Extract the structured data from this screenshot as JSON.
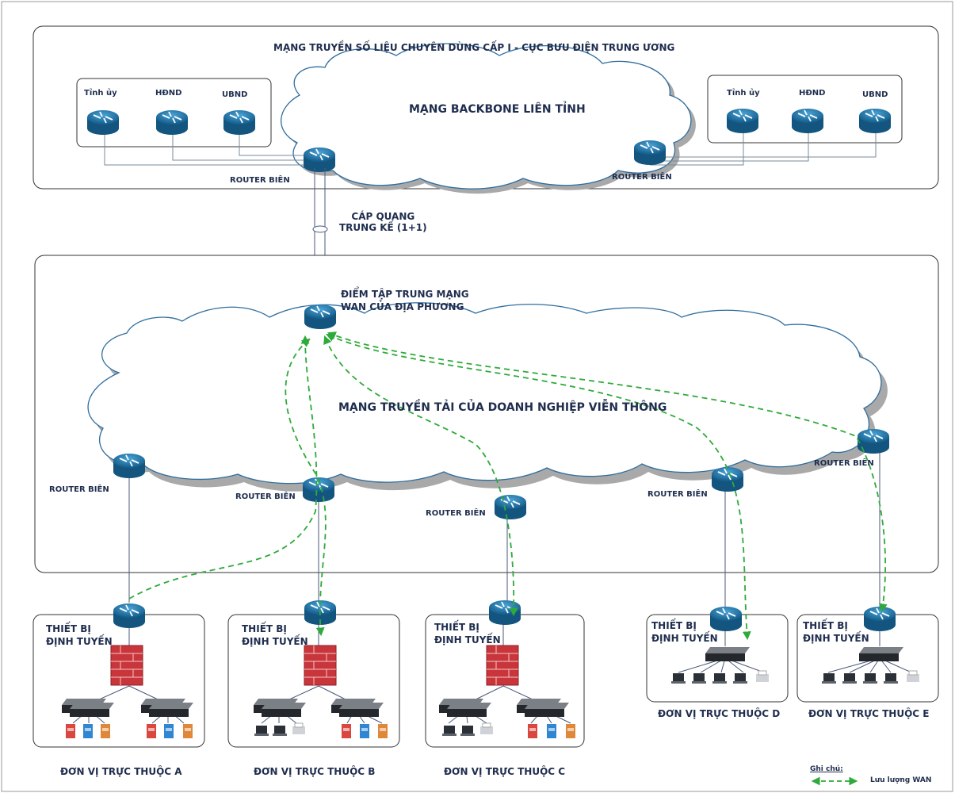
{
  "top_region": {
    "title": "MẠNG TRUYỀN SỐ LIỆU CHUYÊN DÙNG CẤP I - CỤC BƯU ĐIỆN TRUNG ƯƠNG",
    "backbone_label": "MẠNG BACKBONE LIÊN TỈNH",
    "left_group": [
      "Tỉnh ủy",
      "HĐND",
      "UBND"
    ],
    "right_group": [
      "Tỉnh ủy",
      "HĐND",
      "UBND"
    ],
    "left_router": "ROUTER BIÊN",
    "right_router": "ROUTER BIÊN"
  },
  "fiber_label": [
    "CÁP QUANG",
    "TRUNG KẾ (1+1)"
  ],
  "middle_region": {
    "concentration_label": [
      "ĐIỂM TẬP TRUNG MẠNG",
      "WAN CỦA ĐỊA PHƯƠNG"
    ],
    "transport_label": "MẠNG TRUYỀN TẢI CỦA DOANH NGHIỆP VIỄN THÔNG",
    "router_labels": [
      "ROUTER BIÊN",
      "ROUTER BIÊN",
      "ROUTER BIÊN",
      "ROUTER BIÊN",
      "ROUTER BIÊN"
    ]
  },
  "units": [
    {
      "device": [
        "THIẾT BỊ",
        "ĐỊNH TUYẾN"
      ],
      "name": "ĐƠN VỊ TRỰC THUỘC A"
    },
    {
      "device": [
        "THIẾT BỊ",
        "ĐỊNH TUYẾN"
      ],
      "name": "ĐƠN VỊ TRỰC THUỘC B"
    },
    {
      "device": [
        "THIẾT BỊ",
        "ĐỊNH TUYẾN"
      ],
      "name": "ĐƠN VỊ TRỰC THUỘC C"
    },
    {
      "device": [
        "THIẾT BỊ",
        "ĐỊNH TUYẾN"
      ],
      "name": "ĐƠN VỊ TRỰC THUỘC D"
    },
    {
      "device": [
        "THIẾT BỊ",
        "ĐỊNH TUYẾN"
      ],
      "name": "ĐƠN VỊ TRỰC THUỘC E"
    }
  ],
  "legend": {
    "title": "Ghi chú:",
    "item": "Lưu lượng WAN"
  },
  "colors": {
    "router": "#1b6fa6",
    "firewall": "#c8363b",
    "traffic": "#2eaa3a",
    "cloud_stroke": "#2f6e9e",
    "text": "#1f2d4e"
  }
}
